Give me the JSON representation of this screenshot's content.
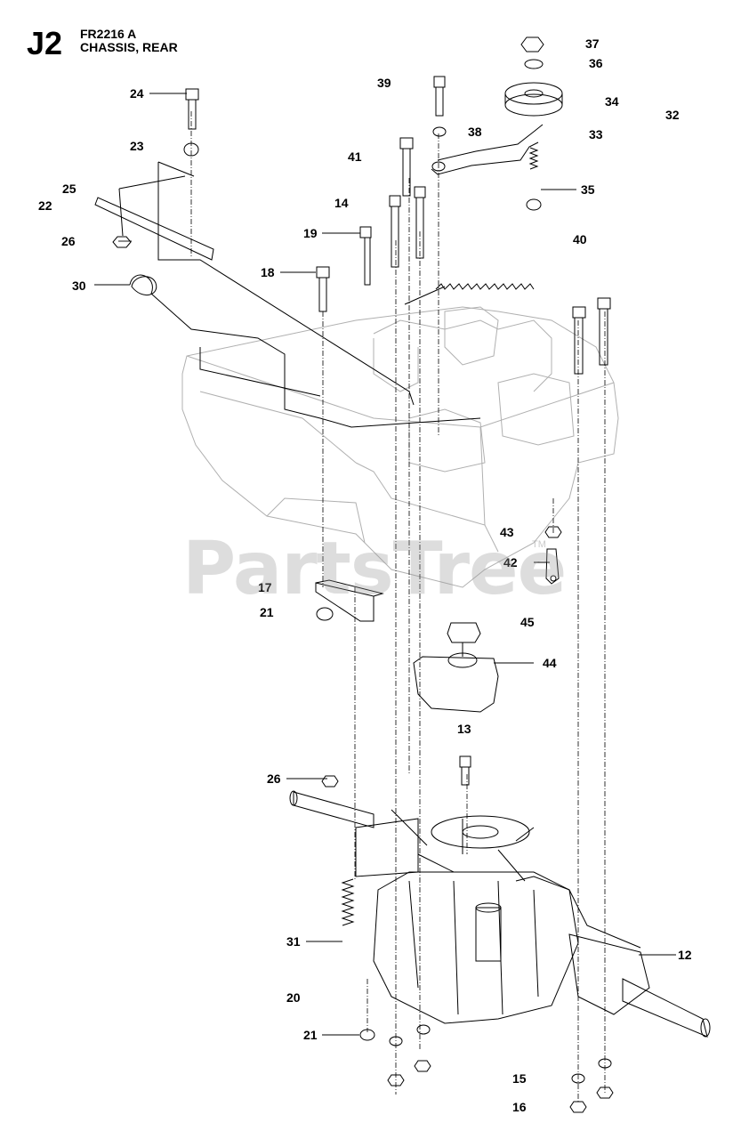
{
  "header": {
    "section_code": "J2",
    "model": "FR2216 A",
    "subtitle": "CHASSIS, REAR"
  },
  "watermark": {
    "text": "PartsTree",
    "trademark": "TM"
  },
  "callouts": [
    "37",
    "36",
    "34",
    "32",
    "33",
    "39",
    "38",
    "24",
    "23",
    "41",
    "25",
    "22",
    "14",
    "35",
    "26",
    "19",
    "40",
    "18",
    "30",
    "43",
    "42",
    "17",
    "21",
    "45",
    "44",
    "13",
    "26",
    "12",
    "31",
    "20",
    "21",
    "15",
    "16"
  ],
  "colors": {
    "ink": "#000000",
    "watermark": "#969696"
  }
}
